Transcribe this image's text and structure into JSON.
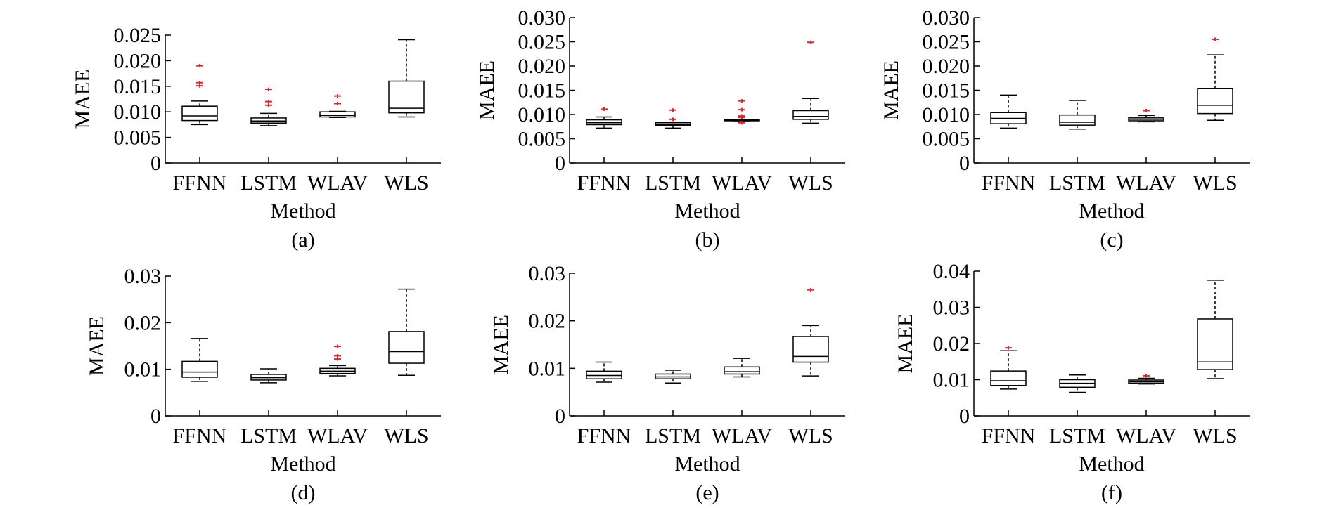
{
  "colors": {
    "box": "#000000",
    "median": "#000000",
    "outlier": "#e0282c"
  },
  "chart_data": [
    {
      "type": "boxplot",
      "caption": "(a)",
      "xlabel": "Method",
      "ylabel": "MAEE",
      "ylim": [
        0,
        0.025
      ],
      "yticks": [
        {
          "v": 0,
          "label": "0"
        },
        {
          "v": 0.005,
          "label": "0.005"
        },
        {
          "v": 0.01,
          "label": "0.010"
        },
        {
          "v": 0.015,
          "label": "0.015"
        },
        {
          "v": 0.02,
          "label": "0.020"
        },
        {
          "v": 0.025,
          "label": "0.025"
        }
      ],
      "categories": [
        "FFNN",
        "LSTM",
        "WLAV",
        "WLS"
      ],
      "boxes": [
        {
          "whisker_low": 0.0075,
          "q1": 0.0083,
          "median": 0.0092,
          "q3": 0.0111,
          "whisker_high": 0.0121,
          "outliers": [
            0.0151,
            0.0157,
            0.019
          ]
        },
        {
          "whisker_low": 0.0073,
          "q1": 0.0078,
          "median": 0.0082,
          "q3": 0.0088,
          "whisker_high": 0.0097,
          "outliers": [
            0.0113,
            0.012,
            0.0144
          ]
        },
        {
          "whisker_low": 0.0089,
          "q1": 0.009,
          "median": 0.0093,
          "q3": 0.01,
          "whisker_high": 0.0101,
          "outliers": [
            0.0116,
            0.0131
          ]
        },
        {
          "whisker_low": 0.009,
          "q1": 0.0098,
          "median": 0.0107,
          "q3": 0.016,
          "whisker_high": 0.0241,
          "outliers": []
        }
      ]
    },
    {
      "type": "boxplot",
      "caption": "(b)",
      "xlabel": "Method",
      "ylabel": "MAEE",
      "ylim": [
        0,
        0.03
      ],
      "yticks": [
        {
          "v": 0,
          "label": "0"
        },
        {
          "v": 0.005,
          "label": "0.005"
        },
        {
          "v": 0.01,
          "label": "0.010"
        },
        {
          "v": 0.015,
          "label": "0.015"
        },
        {
          "v": 0.02,
          "label": "0.020"
        },
        {
          "v": 0.025,
          "label": "0.025"
        },
        {
          "v": 0.03,
          "label": "0.030"
        }
      ],
      "categories": [
        "FFNN",
        "LSTM",
        "WLAV",
        "WLS"
      ],
      "boxes": [
        {
          "whisker_low": 0.0072,
          "q1": 0.0079,
          "median": 0.0083,
          "q3": 0.0089,
          "whisker_high": 0.0095,
          "outliers": [
            0.0111
          ]
        },
        {
          "whisker_low": 0.0072,
          "q1": 0.0077,
          "median": 0.0079,
          "q3": 0.0083,
          "whisker_high": 0.0084,
          "outliers": [
            0.009,
            0.0109
          ]
        },
        {
          "whisker_low": 0.0087,
          "q1": 0.0087,
          "median": 0.0088,
          "q3": 0.009,
          "whisker_high": 0.009,
          "outliers": [
            0.0083,
            0.0094,
            0.0097,
            0.011,
            0.0128
          ]
        },
        {
          "whisker_low": 0.0082,
          "q1": 0.009,
          "median": 0.0096,
          "q3": 0.0108,
          "whisker_high": 0.0133,
          "outliers": [
            0.0249
          ]
        }
      ]
    },
    {
      "type": "boxplot",
      "caption": "(c)",
      "xlabel": "Method",
      "ylabel": "MAEE",
      "ylim": [
        0,
        0.03
      ],
      "yticks": [
        {
          "v": 0,
          "label": "0"
        },
        {
          "v": 0.005,
          "label": "0.005"
        },
        {
          "v": 0.01,
          "label": "0.010"
        },
        {
          "v": 0.015,
          "label": "0.015"
        },
        {
          "v": 0.02,
          "label": "0.020"
        },
        {
          "v": 0.025,
          "label": "0.025"
        },
        {
          "v": 0.03,
          "label": "0.030"
        }
      ],
      "categories": [
        "FFNN",
        "LSTM",
        "WLAV",
        "WLS"
      ],
      "boxes": [
        {
          "whisker_low": 0.0072,
          "q1": 0.0081,
          "median": 0.0092,
          "q3": 0.0104,
          "whisker_high": 0.014,
          "outliers": []
        },
        {
          "whisker_low": 0.007,
          "q1": 0.0078,
          "median": 0.0084,
          "q3": 0.0099,
          "whisker_high": 0.0129,
          "outliers": []
        },
        {
          "whisker_low": 0.0085,
          "q1": 0.0087,
          "median": 0.009,
          "q3": 0.0093,
          "whisker_high": 0.0098,
          "outliers": [
            0.0108
          ]
        },
        {
          "whisker_low": 0.0088,
          "q1": 0.0102,
          "median": 0.0119,
          "q3": 0.0154,
          "whisker_high": 0.0223,
          "outliers": [
            0.0255
          ]
        }
      ]
    },
    {
      "type": "boxplot",
      "caption": "(d)",
      "xlabel": "Method",
      "ylabel": "MAEE",
      "ylim": [
        0,
        0.03
      ],
      "yticks": [
        {
          "v": 0,
          "label": "0"
        },
        {
          "v": 0.01,
          "label": "0.01"
        },
        {
          "v": 0.02,
          "label": "0.02"
        },
        {
          "v": 0.03,
          "label": "0.03"
        }
      ],
      "categories": [
        "FFNN",
        "LSTM",
        "WLAV",
        "WLS"
      ],
      "boxes": [
        {
          "whisker_low": 0.0074,
          "q1": 0.0083,
          "median": 0.0094,
          "q3": 0.0117,
          "whisker_high": 0.0166,
          "outliers": []
        },
        {
          "whisker_low": 0.0071,
          "q1": 0.0077,
          "median": 0.0082,
          "q3": 0.0089,
          "whisker_high": 0.0101,
          "outliers": []
        },
        {
          "whisker_low": 0.0086,
          "q1": 0.0091,
          "median": 0.0096,
          "q3": 0.0102,
          "whisker_high": 0.0108,
          "outliers": [
            0.0122,
            0.0129,
            0.0149
          ]
        },
        {
          "whisker_low": 0.0087,
          "q1": 0.0113,
          "median": 0.0138,
          "q3": 0.0181,
          "whisker_high": 0.0272,
          "outliers": []
        }
      ]
    },
    {
      "type": "boxplot",
      "caption": "(e)",
      "xlabel": "Method",
      "ylabel": "MAEE",
      "ylim": [
        0,
        0.03
      ],
      "yticks": [
        {
          "v": 0,
          "label": "0"
        },
        {
          "v": 0.01,
          "label": "0.01"
        },
        {
          "v": 0.02,
          "label": "0.02"
        },
        {
          "v": 0.03,
          "label": "0.03"
        }
      ],
      "categories": [
        "FFNN",
        "LSTM",
        "WLAV",
        "WLS"
      ],
      "boxes": [
        {
          "whisker_low": 0.0071,
          "q1": 0.0078,
          "median": 0.0085,
          "q3": 0.0094,
          "whisker_high": 0.0113,
          "outliers": []
        },
        {
          "whisker_low": 0.0069,
          "q1": 0.0078,
          "median": 0.0082,
          "q3": 0.0088,
          "whisker_high": 0.0096,
          "outliers": []
        },
        {
          "whisker_low": 0.0082,
          "q1": 0.0088,
          "median": 0.0093,
          "q3": 0.0103,
          "whisker_high": 0.0121,
          "outliers": []
        },
        {
          "whisker_low": 0.0084,
          "q1": 0.0113,
          "median": 0.0125,
          "q3": 0.0167,
          "whisker_high": 0.019,
          "outliers": [
            0.0265
          ]
        }
      ]
    },
    {
      "type": "boxplot",
      "caption": "(f)",
      "xlabel": "Method",
      "ylabel": "MAEE",
      "ylim": [
        0,
        0.04
      ],
      "yticks": [
        {
          "v": 0,
          "label": "0"
        },
        {
          "v": 0.01,
          "label": "0.01"
        },
        {
          "v": 0.02,
          "label": "0.02"
        },
        {
          "v": 0.03,
          "label": "0.03"
        },
        {
          "v": 0.04,
          "label": "0.04"
        }
      ],
      "categories": [
        "FFNN",
        "LSTM",
        "WLAV",
        "WLS"
      ],
      "boxes": [
        {
          "whisker_low": 0.0074,
          "q1": 0.0084,
          "median": 0.0097,
          "q3": 0.0124,
          "whisker_high": 0.018,
          "outliers": [
            0.0188
          ]
        },
        {
          "whisker_low": 0.0065,
          "q1": 0.0079,
          "median": 0.009,
          "q3": 0.01,
          "whisker_high": 0.0113,
          "outliers": []
        },
        {
          "whisker_low": 0.0088,
          "q1": 0.009,
          "median": 0.0094,
          "q3": 0.0099,
          "whisker_high": 0.0104,
          "outliers": [
            0.0111
          ]
        },
        {
          "whisker_low": 0.0103,
          "q1": 0.0128,
          "median": 0.0149,
          "q3": 0.0268,
          "whisker_high": 0.0375,
          "outliers": []
        }
      ]
    }
  ]
}
